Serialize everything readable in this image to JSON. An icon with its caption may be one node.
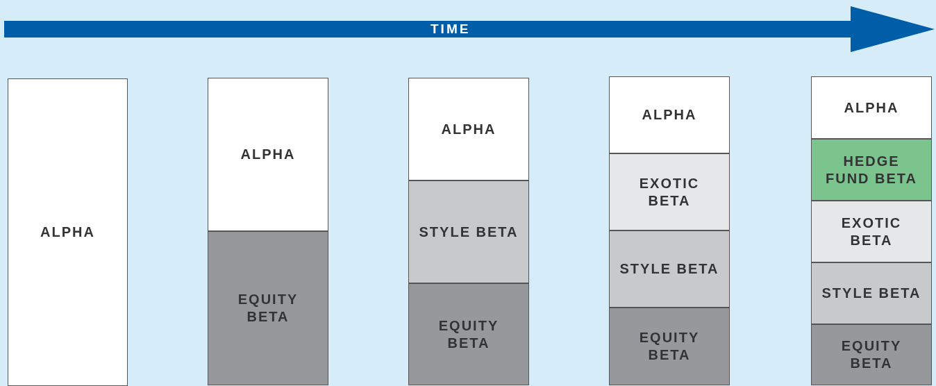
{
  "diagram": {
    "nodes": [
      {
        "text": [
          "ALPHA"
        ]
      },
      {
        "text": [
          "ALPHA"
        ]
      },
      {
        "text": [
          "EQUITY BETA"
        ]
      },
      {
        "text": [
          "ALPHA"
        ]
      },
      {
        "text": [
          "STYLE BETA"
        ]
      },
      {
        "text": [
          "EQUITY BETA"
        ]
      },
      {
        "text": [
          "ALPHA"
        ]
      },
      {
        "text": [
          "EXOTIC BETA"
        ]
      },
      {
        "text": [
          "STYLE BETA"
        ]
      },
      {
        "text": [
          "EQUITY BETA"
        ]
      },
      {
        "text": [
          "ALPHA"
        ]
      },
      {
        "text": [
          "HEDGE FUND BETA"
        ]
      },
      {
        "text": [
          "EXOTIC BETA"
        ]
      },
      {
        "text": [
          "STYLE BETA"
        ]
      },
      {
        "text": [
          "EQUITY BETA"
        ]
      }
    ],
    "edges": [],
    "labels": [
      "TIME"
    ]
  }
}
